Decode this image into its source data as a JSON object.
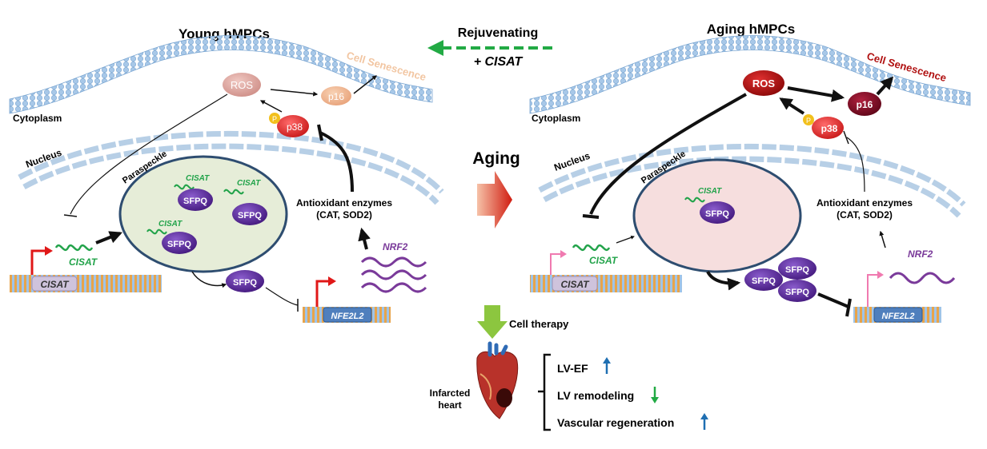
{
  "top": {
    "rejuvenating_label": "Rejuvenating",
    "cisat_label": "+ CISAT",
    "aging_label": "Aging"
  },
  "left": {
    "title": "Young hMPCs",
    "cytoplasm": "Cytoplasm",
    "nucleus": "Nucleus",
    "paraspeckle": "Paraspeckle",
    "ros": "ROS",
    "p16": "p16",
    "p38": "p38",
    "phospho": "P",
    "cell_senescence": "Cell Senescence",
    "antioxidant_line1": "Antioxidant enzymes",
    "antioxidant_line2": "(CAT, SOD2)",
    "nrf2": "NRF2",
    "nfe2l2": "NFE2L2",
    "cisat_gene": "CISAT",
    "cisat_rna": "CISAT",
    "sfpq": "SFPQ"
  },
  "right": {
    "title": "Aging hMPCs",
    "cytoplasm": "Cytoplasm",
    "nucleus": "Nucleus",
    "paraspeckle": "Paraspeckle",
    "ros": "ROS",
    "p16": "p16",
    "p38": "p38",
    "phospho": "P",
    "cell_senescence": "Cell Senescence",
    "antioxidant_line1": "Antioxidant enzymes",
    "antioxidant_line2": "(CAT, SOD2)",
    "nrf2": "NRF2",
    "nfe2l2": "NFE2L2",
    "cisat_gene": "CISAT",
    "cisat_rna": "CISAT",
    "sfpq": "SFPQ"
  },
  "therapy": {
    "cell_therapy": "Cell therapy",
    "infarcted_line1": "Infarcted",
    "infarcted_line2": "heart",
    "outcomes": [
      {
        "label": "LV-EF",
        "direction": "up"
      },
      {
        "label": "LV remodeling",
        "direction": "down"
      },
      {
        "label": "Vascular regeneration",
        "direction": "up"
      }
    ]
  },
  "colors": {
    "membrane": "#9cc3e6",
    "ros_young": "#d8a09a",
    "p16_young": "#f0b896",
    "senescence_young": "#f2c6a2",
    "ros_aging": "#b01010",
    "p16_aging": "#8a0a2a",
    "senescence_aging": "#b01010",
    "p38": "#e83a3a",
    "phospho": "#f2c01c",
    "sfpq": "#5b2c9a",
    "cisat": "#22a34a",
    "nrf2": "#7a3a9a",
    "paraspeckle_young": "#e6edd8",
    "paraspeckle_aging": "#f6dede",
    "rejuvenate_arrow": "#22aa44",
    "aging_arrow": "#d02020",
    "therapy_arrow": "#8cc63f",
    "up_arrow": "#1f6fb2",
    "down_arrow": "#22aa44"
  }
}
